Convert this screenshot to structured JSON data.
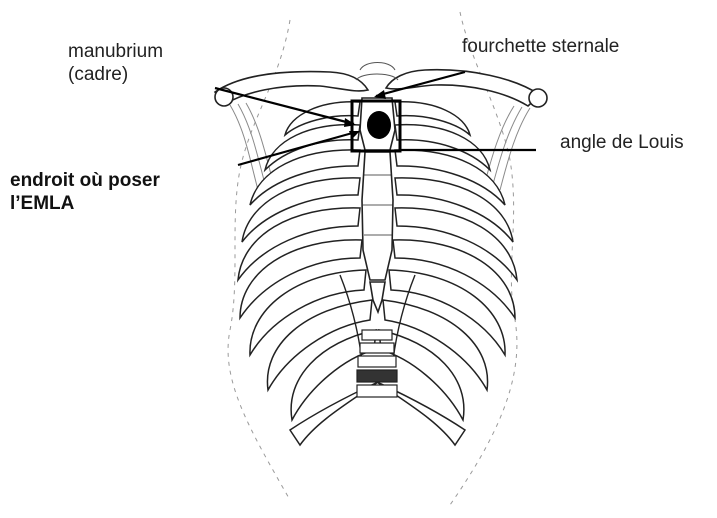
{
  "diagram": {
    "labels": {
      "manubrium": {
        "line1": "manubrium",
        "line2": "(cadre)"
      },
      "fourchette": "fourchette sternale",
      "angle": "angle de Louis",
      "emla": {
        "line1": "endroit où poser",
        "line2": "l’EMLA"
      }
    },
    "colors": {
      "ink": "#222222",
      "bone_fill": "#ffffff",
      "muscle": "#8a8a8a",
      "marker": "#000000"
    }
  }
}
